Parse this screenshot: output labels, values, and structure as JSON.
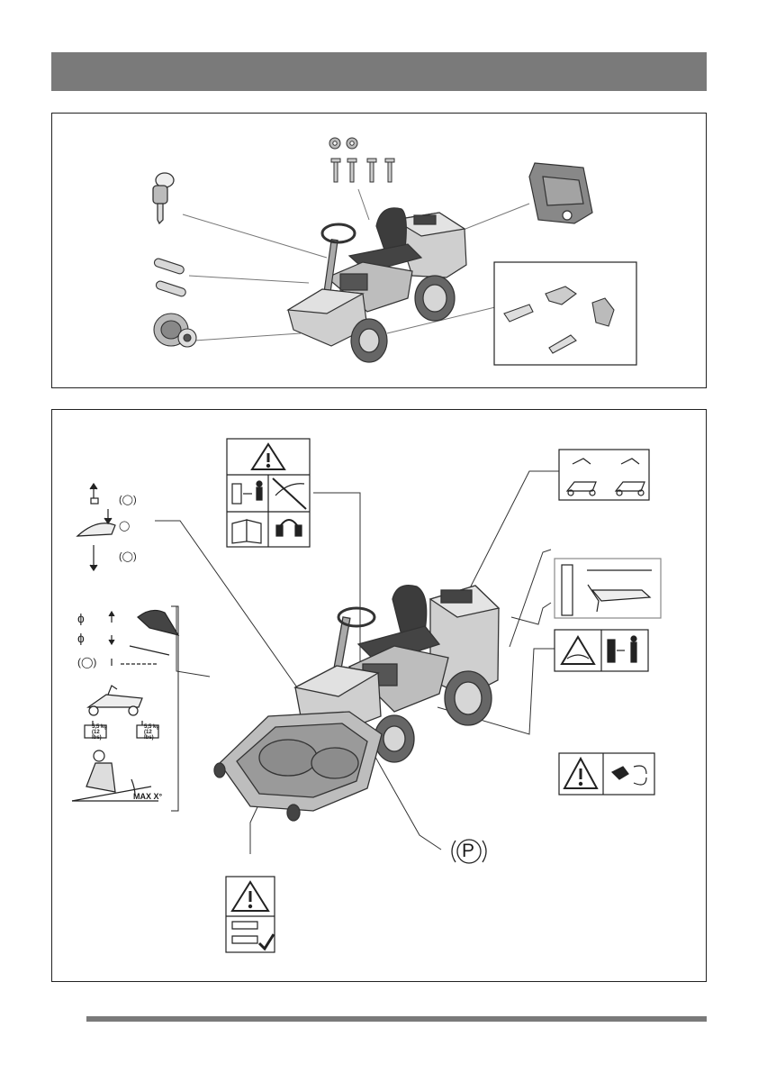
{
  "labels": {
    "tilt_left": "5,5 kg (12 lbs)",
    "tilt_right": "5,5 kg (12 lbs)",
    "slope": "MAX X°",
    "parking_brake": "P"
  },
  "colors": {
    "header_bar": "#7a7a7a",
    "footer_rule": "#7a7a7a",
    "machine_body": "#cfcfcf",
    "machine_dark": "#3c3c3c"
  },
  "icons": {
    "accessories": [
      "key-icon",
      "bolt-icon",
      "nut-icon",
      "pin-icon",
      "wheel-hub-icon",
      "seat-cover-icon",
      "hook-icon"
    ],
    "decals": [
      "warning-triangle-icon",
      "keep-distance-icon",
      "no-children-icon",
      "manual-icon",
      "ear-protection-icon",
      "tilt-instructions-icon",
      "hot-surface-icon",
      "parking-brake-icon"
    ]
  }
}
